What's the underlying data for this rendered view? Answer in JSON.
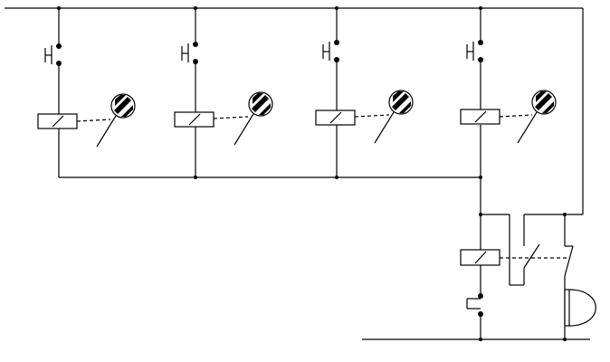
{
  "diagram": {
    "kind": "relay-pushbutton-circuit",
    "stroke_color": "#000000",
    "background": "#ffffff",
    "branches": [
      {
        "id": "branch-1",
        "components": [
          "pushbutton-switch",
          "relay-coil",
          "light-bulb"
        ]
      },
      {
        "id": "branch-2",
        "components": [
          "pushbutton-switch",
          "relay-coil",
          "light-bulb"
        ]
      },
      {
        "id": "branch-3",
        "components": [
          "pushbutton-switch",
          "relay-coil",
          "light-bulb"
        ]
      },
      {
        "id": "branch-4",
        "components": [
          "pushbutton-switch",
          "relay-coil",
          "light-bulb"
        ]
      }
    ],
    "output_stage": {
      "components": [
        "relay-coil",
        "normally-closed-contact",
        "normally-open-contact",
        "pushbutton-switch",
        "buzzer"
      ]
    }
  }
}
